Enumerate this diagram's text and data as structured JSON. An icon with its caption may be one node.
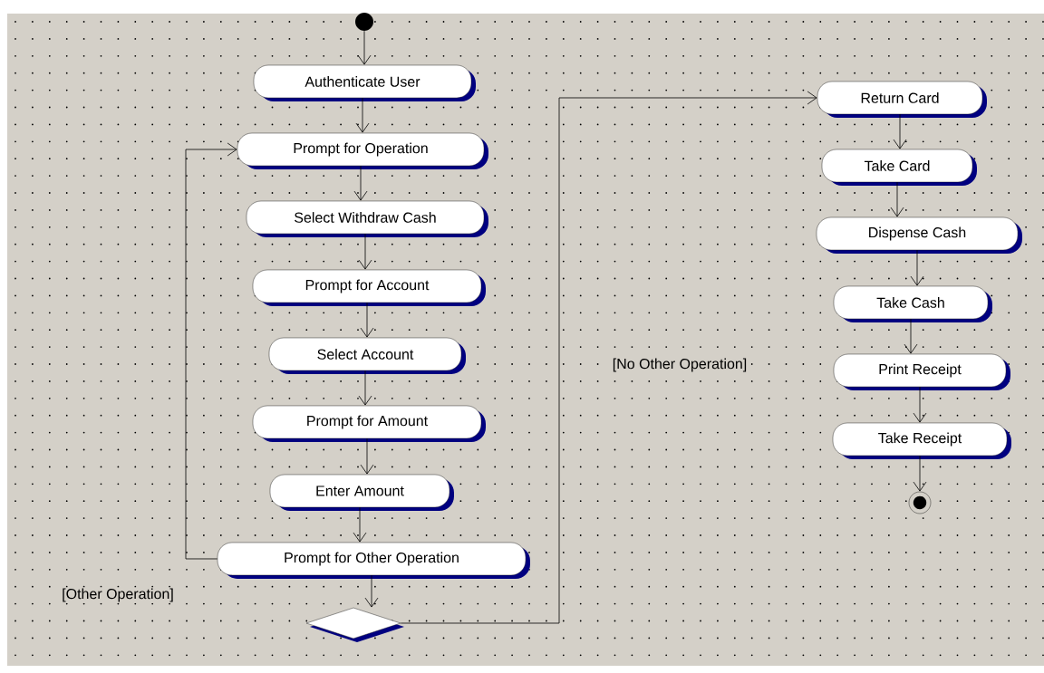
{
  "diagram": {
    "nodes": [
      {
        "text": [],
        "shape": "circle"
      },
      {
        "text": [
          "Authenticate User"
        ]
      },
      {
        "text": [
          "Prompt for Operation"
        ]
      },
      {
        "text": [
          "Select Withdraw Cash"
        ]
      },
      {
        "text": [
          "Prompt for Account"
        ]
      },
      {
        "text": [
          "Select Account"
        ]
      },
      {
        "text": [
          "Prompt for Amount"
        ]
      },
      {
        "text": [
          "Enter Amount"
        ]
      },
      {
        "text": [
          "Prompt for Other Operation"
        ]
      },
      {
        "text": [],
        "shape": "diamond"
      },
      {
        "text": [
          "Return Card"
        ]
      },
      {
        "text": [
          "Take Card"
        ]
      },
      {
        "text": [
          "Dispense Cash"
        ]
      },
      {
        "text": [
          "Take Cash"
        ]
      },
      {
        "text": [
          "Print Receipt"
        ]
      },
      {
        "text": [
          "Take Receipt"
        ]
      },
      {
        "text": [],
        "shape": "circle"
      }
    ],
    "edges": [
      {
        "from": 0,
        "to": 1,
        "arrow": "to"
      },
      {
        "from": 1,
        "to": 2,
        "arrow": "to"
      },
      {
        "from": 2,
        "to": 3,
        "arrow": "to"
      },
      {
        "from": 3,
        "to": 4,
        "arrow": "to"
      },
      {
        "from": 4,
        "to": 5,
        "arrow": "to"
      },
      {
        "from": 5,
        "to": 6,
        "arrow": "to"
      },
      {
        "from": 6,
        "to": 7,
        "arrow": "to"
      },
      {
        "from": 7,
        "to": 8,
        "arrow": "to"
      },
      {
        "from": 8,
        "to": 9,
        "arrow": "to"
      },
      {
        "from": 8,
        "to": 2,
        "arrow": "to",
        "label": "[Other Operation]"
      },
      {
        "from": 9,
        "to": 10,
        "arrow": "to",
        "label": "[No Other Operation]"
      },
      {
        "from": 10,
        "to": 11,
        "arrow": "to"
      },
      {
        "from": 11,
        "to": 12,
        "arrow": "to"
      },
      {
        "from": 12,
        "to": 13,
        "arrow": "to"
      },
      {
        "from": 13,
        "to": 14,
        "arrow": "to"
      },
      {
        "from": 14,
        "to": 15,
        "arrow": "to"
      },
      {
        "from": 15,
        "to": 16,
        "arrow": "to"
      }
    ]
  }
}
